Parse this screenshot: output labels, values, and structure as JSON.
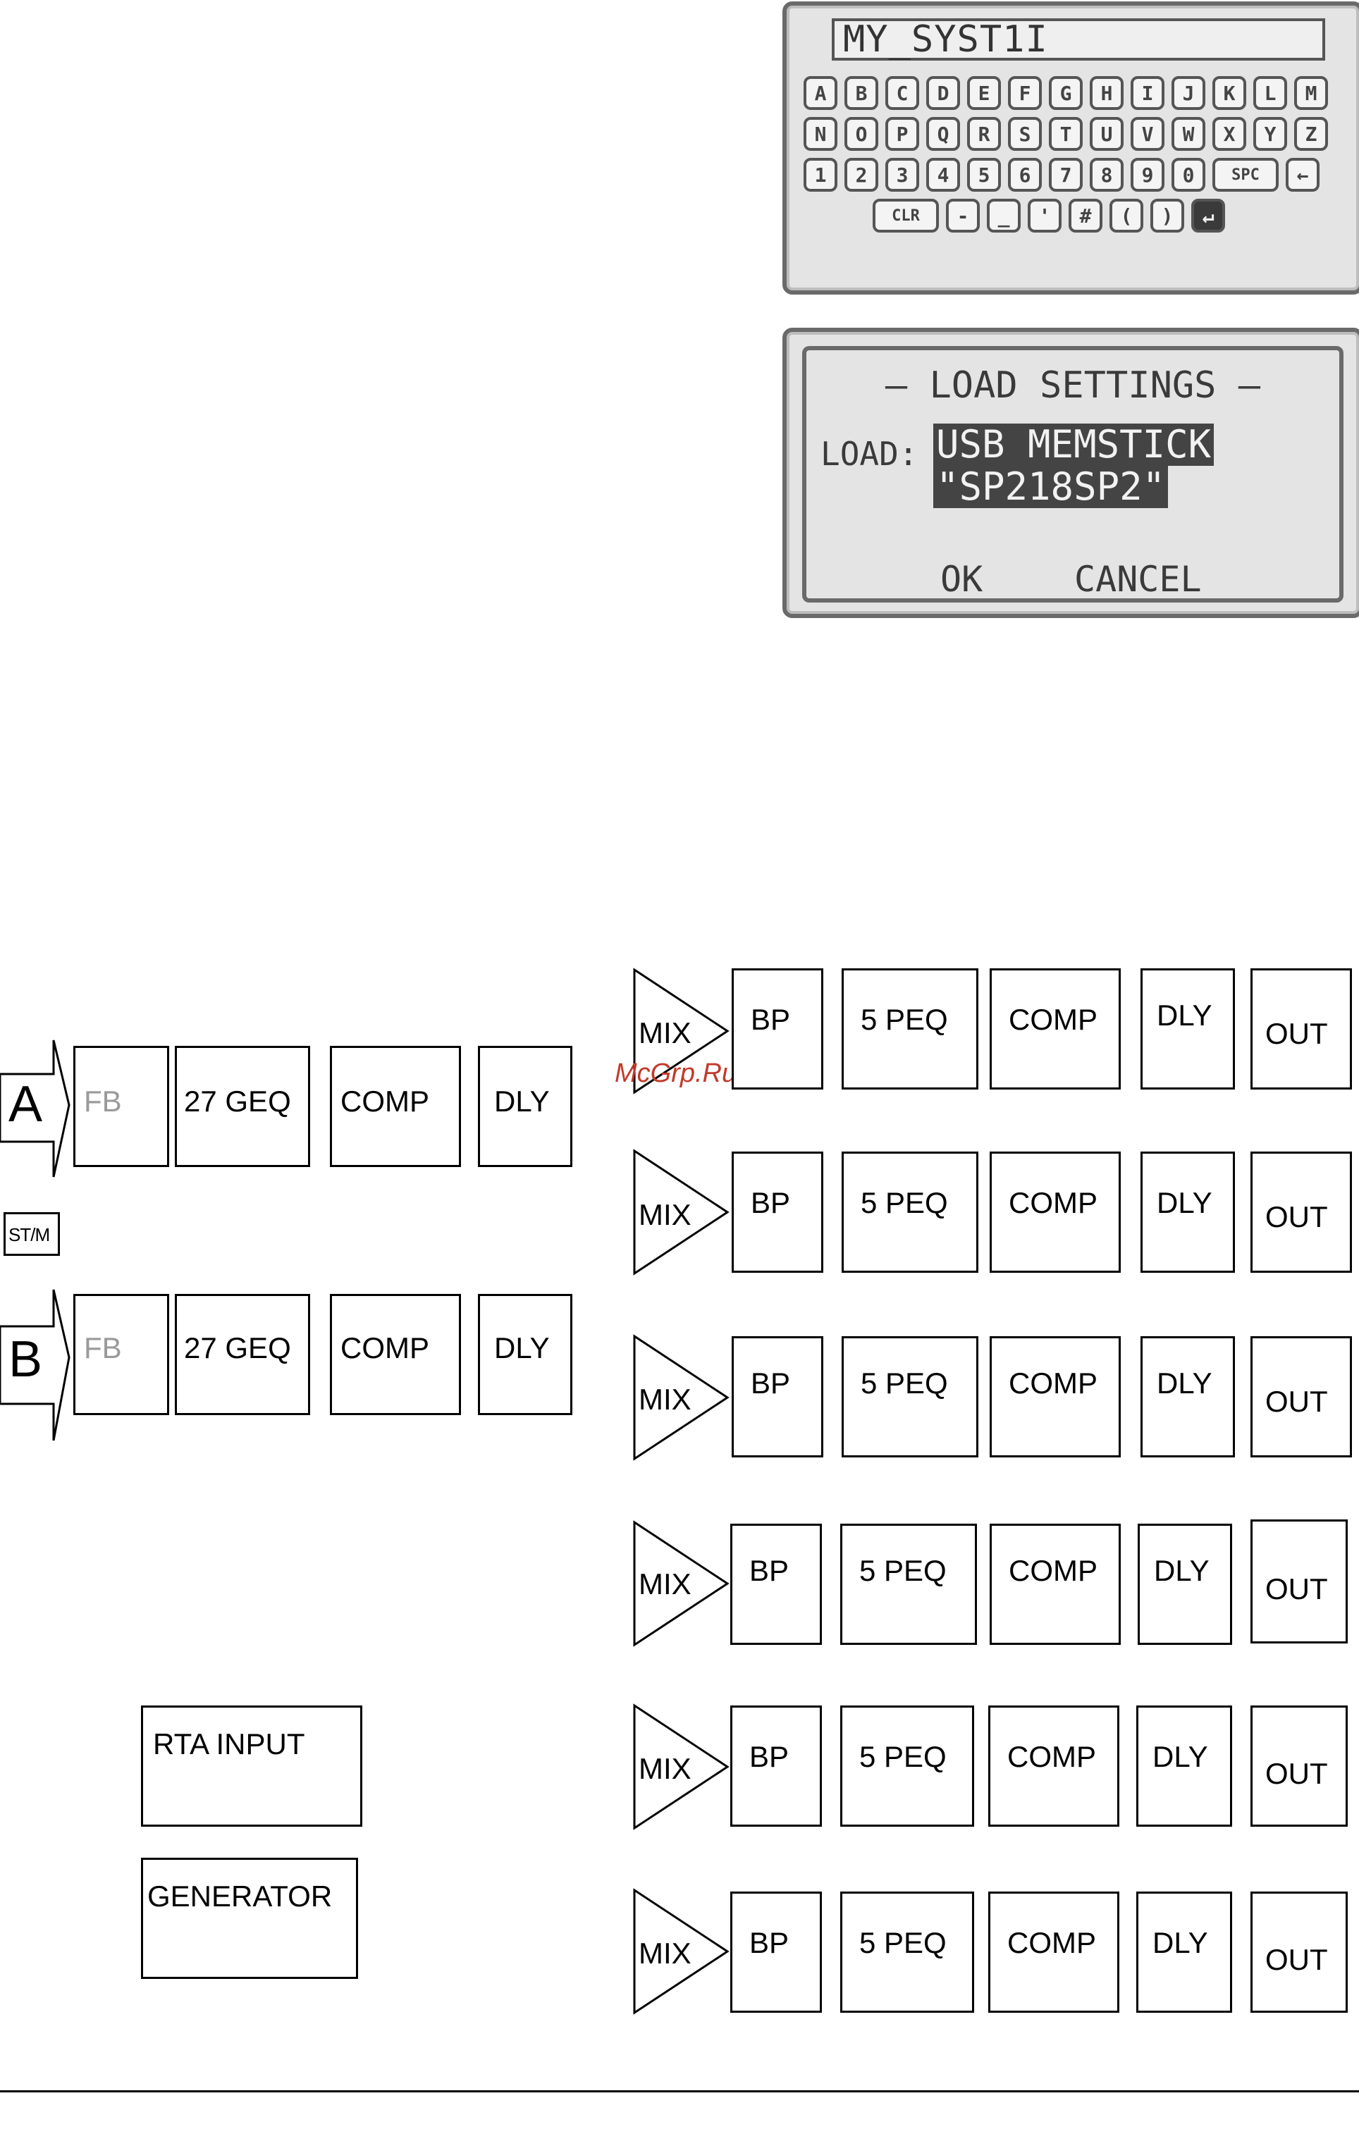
{
  "keyboard_screen": {
    "name_value": "MY_SYST1I",
    "rows": [
      [
        "A",
        "B",
        "C",
        "D",
        "E",
        "F",
        "G",
        "H",
        "I",
        "J",
        "K",
        "L",
        "M"
      ],
      [
        "N",
        "O",
        "P",
        "Q",
        "R",
        "S",
        "T",
        "U",
        "V",
        "W",
        "X",
        "Y",
        "Z"
      ],
      [
        "1",
        "2",
        "3",
        "4",
        "5",
        "6",
        "7",
        "8",
        "9",
        "0",
        "SPC",
        "←"
      ],
      [
        "CLR",
        "-",
        "_",
        "'",
        "#",
        "(",
        ")",
        "↵"
      ]
    ]
  },
  "load_screen": {
    "title": "– LOAD SETTINGS –",
    "label": "LOAD:",
    "value_line1": "USB MEMSTICK",
    "value_line2": "\"SP218SP2\"",
    "ok": "OK",
    "cancel": "CANCEL"
  },
  "inputs": [
    {
      "letter": "A",
      "blocks": [
        "FB",
        "27 GEQ",
        "COMP",
        "DLY"
      ]
    },
    {
      "letter": "B",
      "blocks": [
        "FB",
        "27 GEQ",
        "COMP",
        "DLY"
      ]
    }
  ],
  "stereo_mono_label": "ST/M",
  "rta_label": "RTA INPUT",
  "generator_label": "GENERATOR",
  "outputs": [
    {
      "mix": "MIX",
      "blocks": [
        "BP",
        "5 PEQ",
        "COMP",
        "DLY",
        "OUT"
      ]
    },
    {
      "mix": "MIX",
      "blocks": [
        "BP",
        "5 PEQ",
        "COMP",
        "DLY",
        "OUT"
      ]
    },
    {
      "mix": "MIX",
      "blocks": [
        "BP",
        "5 PEQ",
        "COMP",
        "DLY",
        "OUT"
      ]
    },
    {
      "mix": "MIX",
      "blocks": [
        "BP",
        "5 PEQ",
        "COMP",
        "DLY",
        "OUT"
      ]
    },
    {
      "mix": "MIX",
      "blocks": [
        "BP",
        "5 PEQ",
        "COMP",
        "DLY",
        "OUT"
      ]
    },
    {
      "mix": "MIX",
      "blocks": [
        "BP",
        "5 PEQ",
        "COMP",
        "DLY",
        "OUT"
      ]
    }
  ],
  "watermark": "McGrp.Ru"
}
